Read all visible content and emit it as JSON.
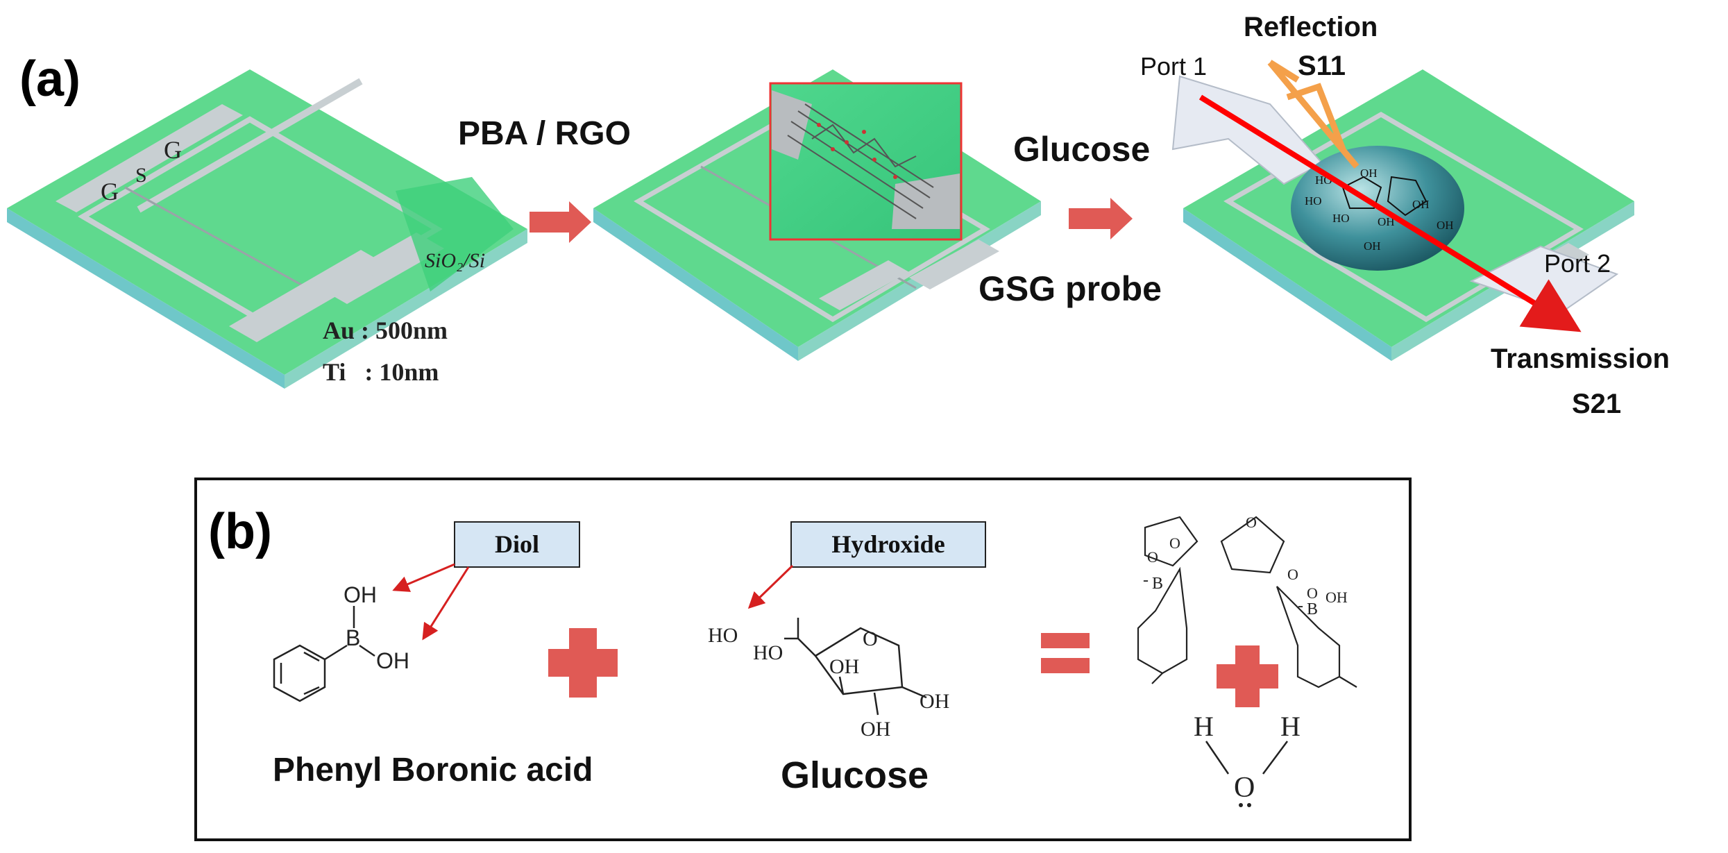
{
  "panel_a": {
    "label": "(a)",
    "chip1": {
      "g1": "G",
      "s": "S",
      "g2": "G",
      "substrate": "SiO₂/Si",
      "au": "Au : 500nm",
      "ti": "Ti   : 10nm"
    },
    "step1_label": "PBA / RGO",
    "step2_top": "Glucose",
    "step2_bottom": "GSG probe",
    "port1": "Port 1",
    "port2": "Port 2",
    "reflection": "Reflection",
    "s11": "S11",
    "transmission": "Transmission",
    "s21": "S21",
    "molecule_labels": [
      "HO",
      "OH",
      "OH",
      "HO",
      "OH",
      "OH",
      "HO",
      "OH"
    ]
  },
  "panel_b": {
    "label": "(b)",
    "diol": "Diol",
    "hydroxide": "Hydroxide",
    "pba": {
      "oh1": "OH",
      "oh2": "OH",
      "b": "B",
      "name": "Phenyl Boronic acid"
    },
    "glucose": {
      "ho1": "HO",
      "ho2": "HO",
      "oh1": "OH",
      "oh2": "OH",
      "oh3": "OH",
      "o": "O",
      "name": "Glucose"
    },
    "product": {
      "o1": "O",
      "o2": "O",
      "o3": "O",
      "o4": "O",
      "o5": "O",
      "b1": "B",
      "b2": "B",
      "minus1": "-",
      "minus2": "-",
      "oh": "OH"
    },
    "water": {
      "h1": "H",
      "h2": "H",
      "o": "O"
    }
  },
  "colors": {
    "chip_top": "#5fd98e",
    "chip_side": "#6fc7c9",
    "electrode": "#c8cfd2",
    "arrow": "#e05a55",
    "plus": "#e05a55",
    "laser": "#ff0000",
    "reflect": "#f4a04a",
    "label_box": "#d6e6f4",
    "probe": "#e6eaf2"
  }
}
